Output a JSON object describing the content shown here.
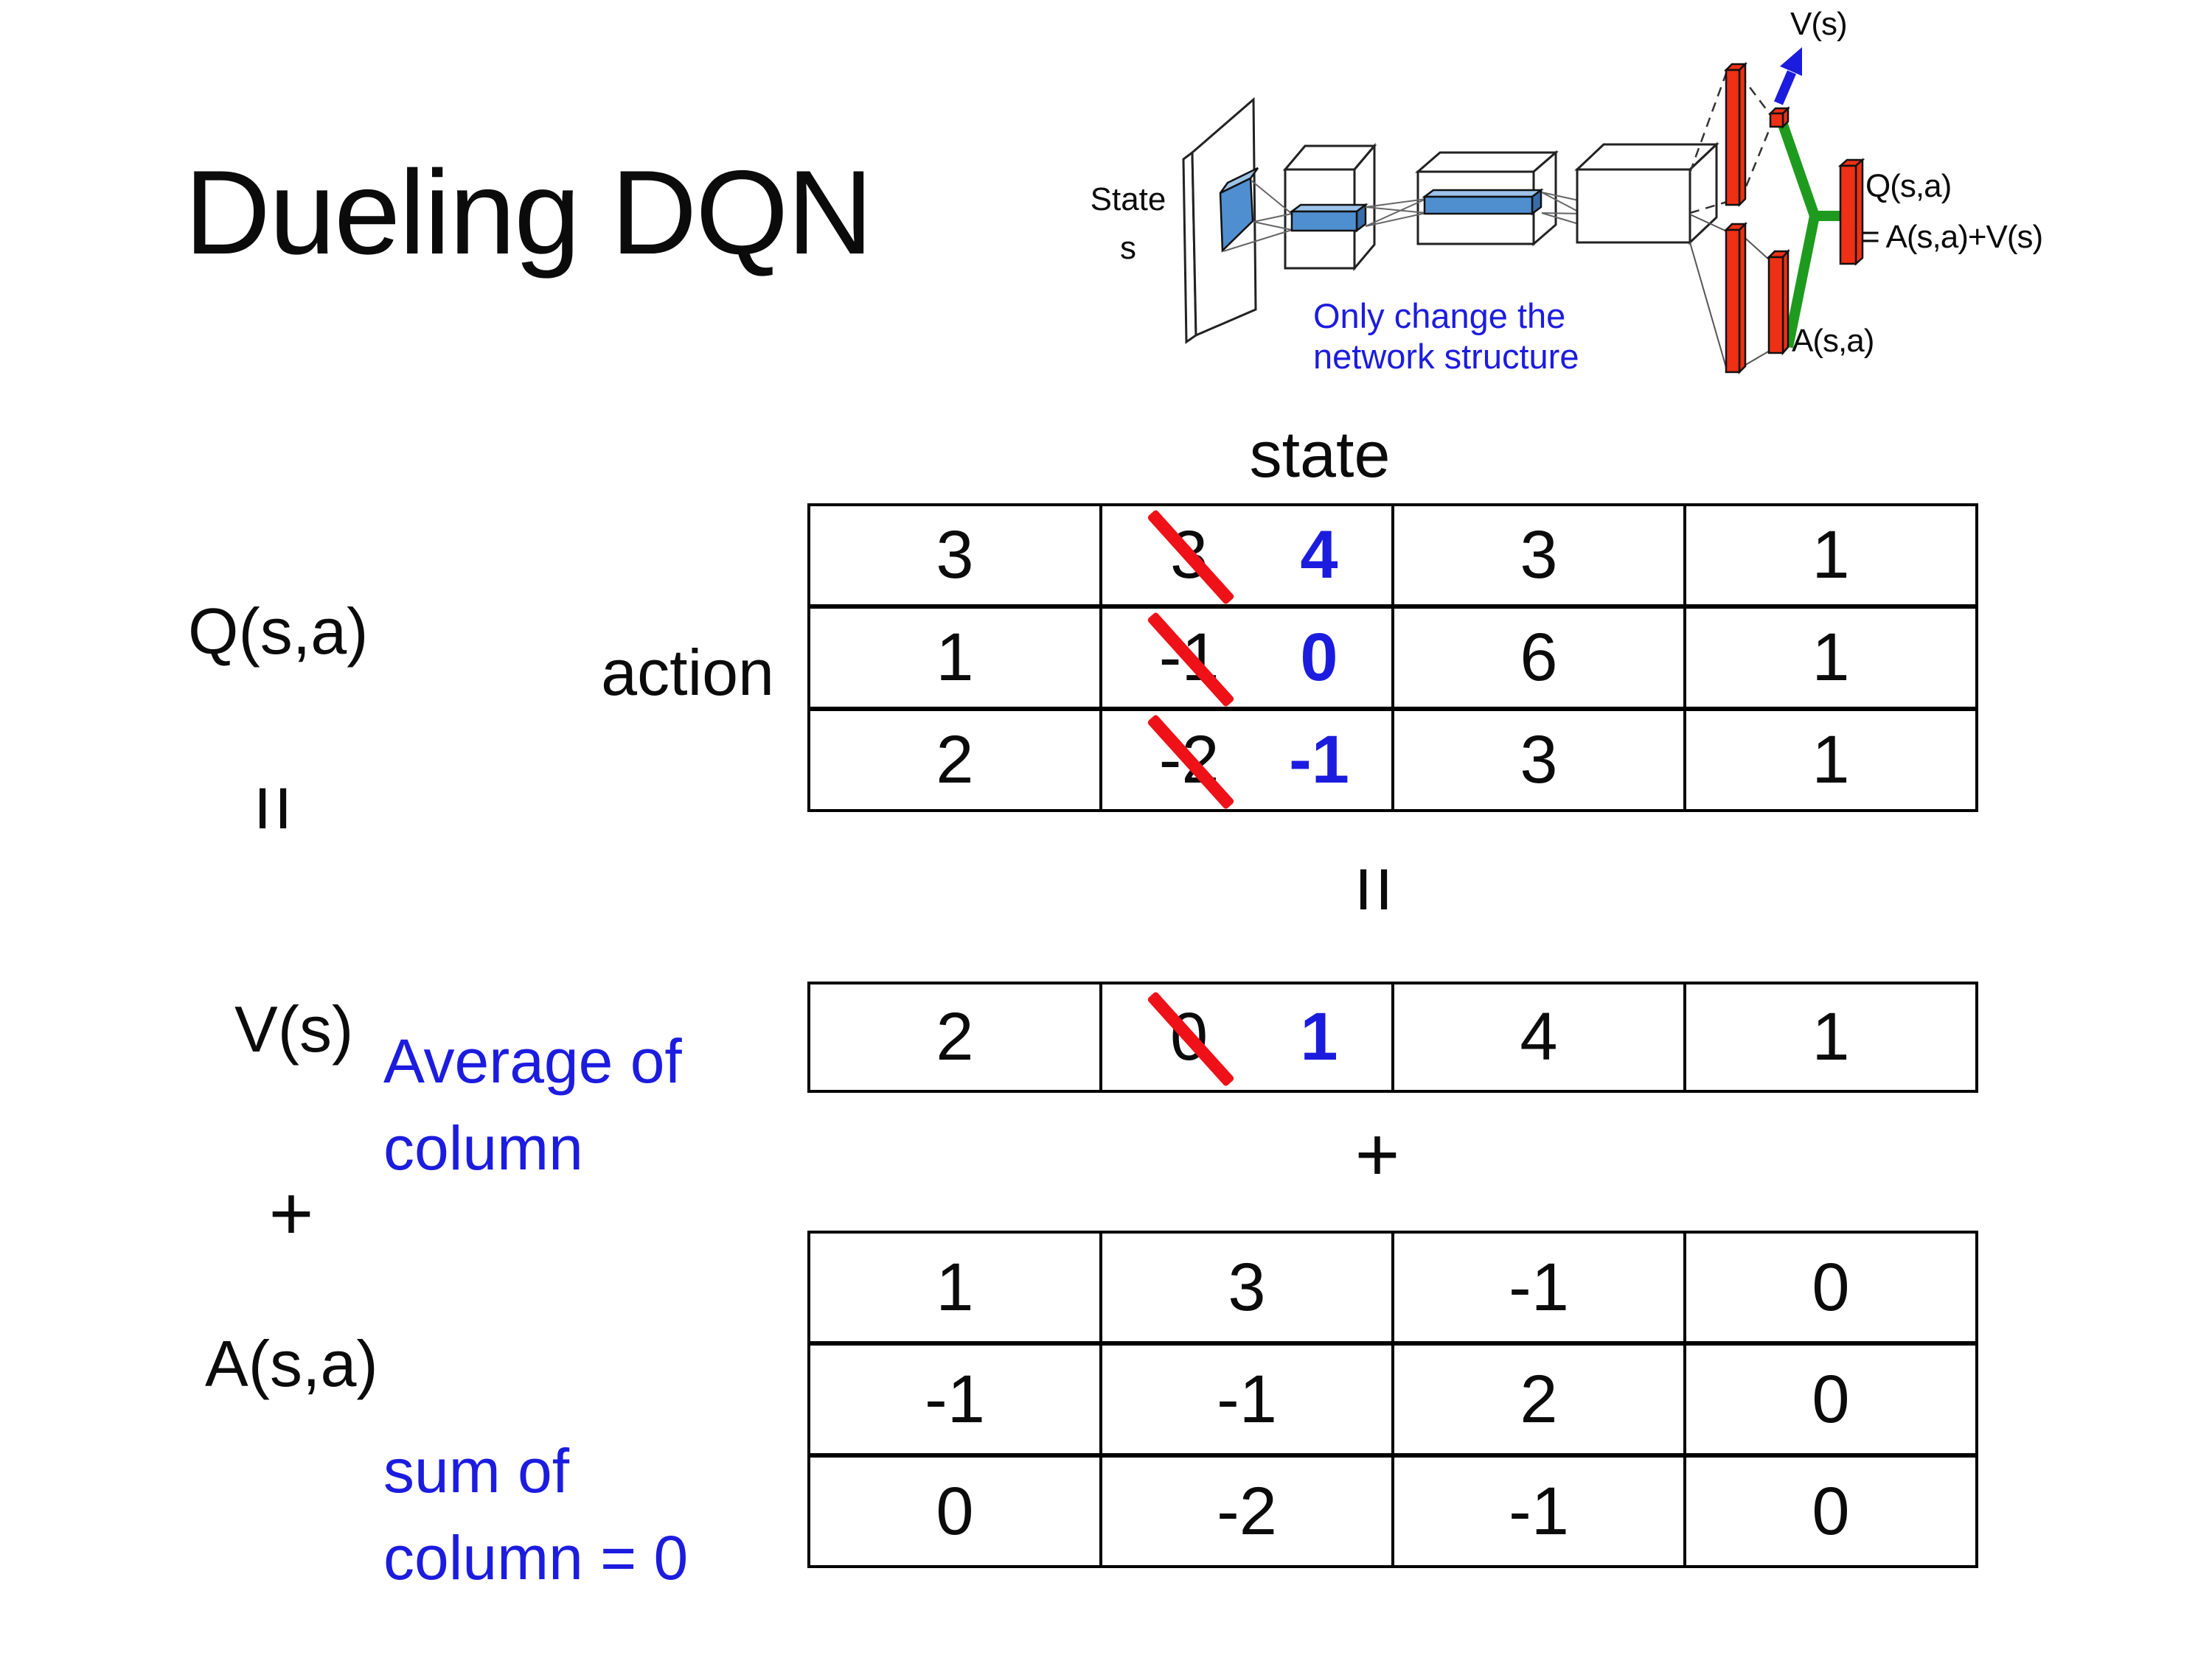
{
  "slide": {
    "title": "Dueling DQN"
  },
  "diagram": {
    "input_label_line1": "State",
    "input_label_line2": "s",
    "note_line1": "Only change the",
    "note_line2": "network structure",
    "v_output_label": "V(s)",
    "q_output_label": "Q(s,a)",
    "q_output_formula": "= A(s,a)+V(s)",
    "a_output_label": "A(s,a)",
    "colors": {
      "bar_red": "#ee3014",
      "slash_red": "#ee1118",
      "link_green": "#1e9b1e",
      "arrow_blue": "#1c1cdf",
      "feature_blue": "#4f8fd0"
    }
  },
  "equation": {
    "q_label": "Q(s,a)",
    "equals": "=",
    "plus": "+",
    "v_label": "V(s)",
    "a_label": "A(s,a)",
    "state_header": "state",
    "action_label": "action",
    "avg_note_line1": "Average of",
    "avg_note_line2": "column",
    "sum_note_line1": "sum of",
    "sum_note_line2": "column = 0",
    "q_table": {
      "rows": [
        {
          "c0": "3",
          "old": "3",
          "new": "4",
          "c2": "3",
          "c3": "1"
        },
        {
          "c0": "1",
          "old": "-1",
          "new": "0",
          "c2": "6",
          "c3": "1"
        },
        {
          "c0": "2",
          "old": "-2",
          "new": "-1",
          "c2": "3",
          "c3": "1"
        }
      ]
    },
    "v_row": {
      "c0": "2",
      "old": "0",
      "new": "1",
      "c2": "4",
      "c3": "1"
    },
    "a_table": {
      "rows": [
        {
          "c0": "1",
          "c1": "3",
          "c2": "-1",
          "c3": "0"
        },
        {
          "c0": "-1",
          "c1": "-1",
          "c2": "2",
          "c3": "0"
        },
        {
          "c0": "0",
          "c1": "-2",
          "c2": "-1",
          "c3": "0"
        }
      ]
    }
  }
}
